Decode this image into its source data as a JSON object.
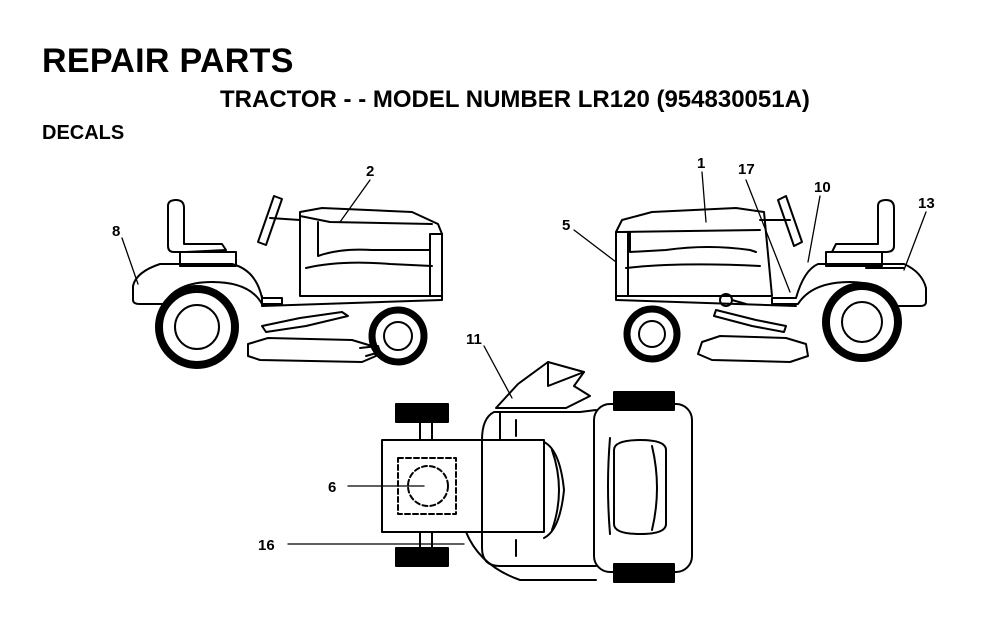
{
  "header": {
    "title": "REPAIR PARTS",
    "subtitle": "TRACTOR - - MODEL NUMBER LR120 (954830051A)",
    "section": "DECALS"
  },
  "callouts": {
    "c1": "1",
    "c2": "2",
    "c5": "5",
    "c6": "6",
    "c8": "8",
    "c10": "10",
    "c11": "11",
    "c13": "13",
    "c16": "16",
    "c17": "17"
  }
}
